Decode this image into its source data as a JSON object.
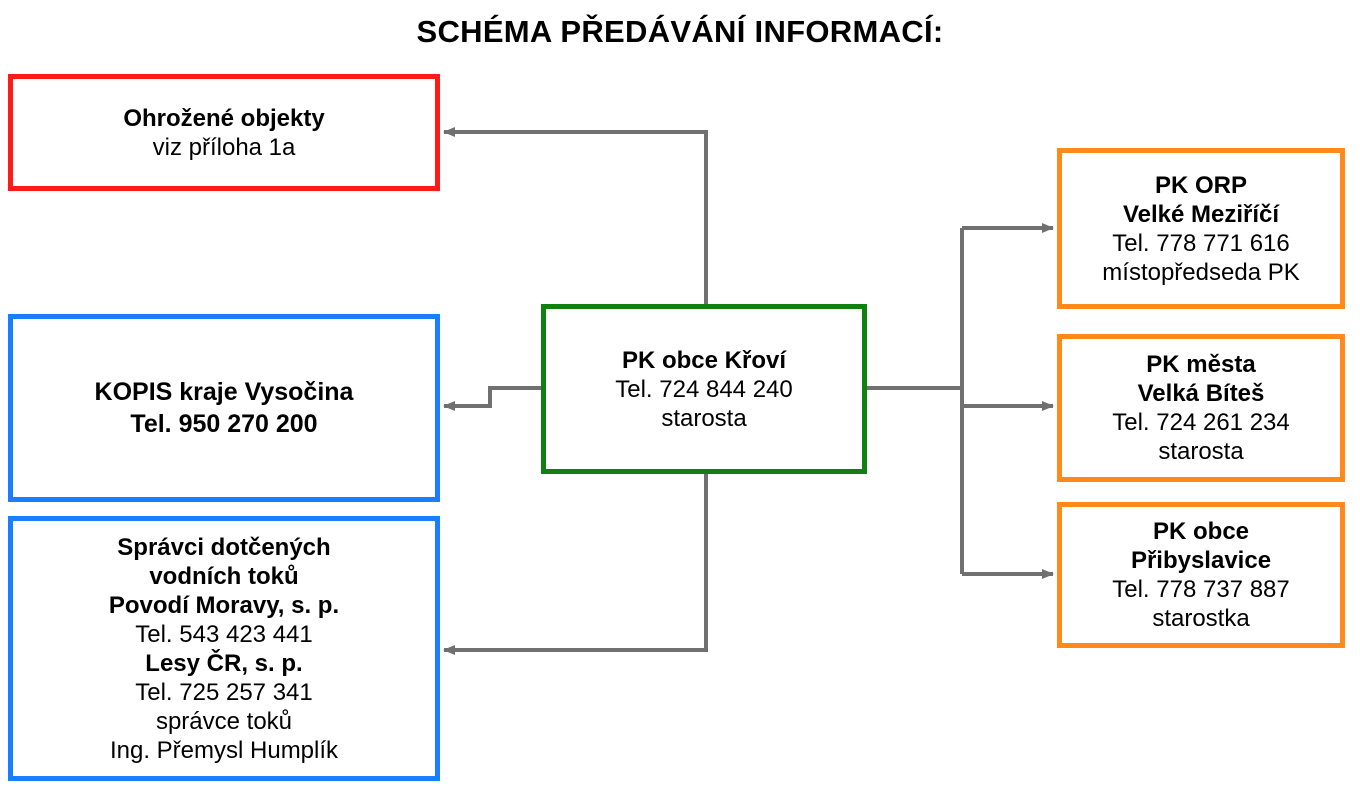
{
  "title": "SCHÉMA PŘEDÁVÁNÍ INFORMACÍ:",
  "boxes": {
    "ohrozene": {
      "line1": "Ohrožené objekty",
      "line2": "viz příloha 1a",
      "border_color": "#ff1a1a"
    },
    "kopis": {
      "line1": "KOPIS kraje Vysočina",
      "line2": "Tel. 950 270 200",
      "border_color": "#1a7fff"
    },
    "spravci": {
      "line1": "Správci dotčených",
      "line2": "vodních toků",
      "line3": "Povodí Moravy, s. p.",
      "line4": "Tel. 543 423 441",
      "line5": "Lesy ČR, s. p.",
      "line6": "Tel. 725 257 341",
      "line7": "správce toků",
      "line8": "Ing. Přemysl Humplík",
      "border_color": "#1a7fff"
    },
    "center": {
      "line1": "PK obce Křoví",
      "line2": "Tel. 724 844 240",
      "line3": "starosta",
      "border_color": "#108010"
    },
    "orp": {
      "line1": "PK ORP",
      "line2": "Velké Meziříčí",
      "line3": "Tel. 778 771 616",
      "line4": "místopředseda PK",
      "border_color": "#ff8a1a"
    },
    "bites": {
      "line1": "PK města",
      "line2": "Velká Bíteš",
      "line3": "Tel. 724 261 234",
      "line4": "starosta",
      "border_color": "#ff8a1a"
    },
    "pribys": {
      "line1": "PK obce",
      "line2": "Přibyslavice",
      "line3": "Tel. 778 737 887",
      "line4": "starostka",
      "border_color": "#ff8a1a"
    }
  },
  "connector_color": "#707070"
}
